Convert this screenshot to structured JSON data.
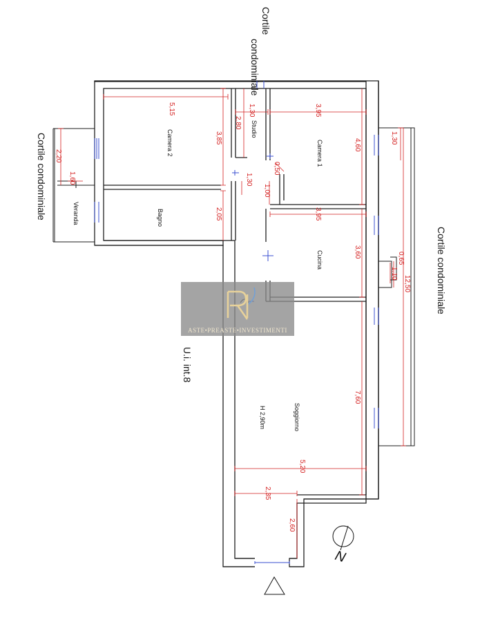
{
  "labels": {
    "cortile_top": [
      "Cortile",
      "condominiale"
    ],
    "cortile_left": "Cortile condominiale",
    "cortile_right": "Cortile condominiale",
    "unit": "U.i.  int.8",
    "north": "N"
  },
  "rooms": {
    "camera2": "Camera 2",
    "studio": "Studio",
    "camera1": "Camera 1",
    "veranda": "Veranda",
    "bagno": "Bagno",
    "cucina": "Cucina",
    "soggiorno": "Soggiorno",
    "height": "H 2,90m"
  },
  "dimensions": {
    "d515": "5,15",
    "d130a": "1,30",
    "d395a": "3,95",
    "d280": "2,80",
    "d385": "3,85",
    "d460": "4,60",
    "d130b": "1,30",
    "d220": "2,20",
    "d160": "1,60",
    "d130c": "1,30",
    "d050": "0,50",
    "d100": "1,00",
    "d205": "2,05",
    "d395b": "3,95",
    "d360": "3,60",
    "d065": "0,65",
    "d110": "1,10",
    "d1250": "12,50",
    "d760": "7,60",
    "d520": "5,20",
    "d235": "2,35",
    "d260": "2,60"
  },
  "watermark": {
    "text": "ASTE•PREASTE•INVESTIMENTI",
    "colors": {
      "box": "#8a8a8a",
      "gold": "#e8d29a"
    }
  }
}
